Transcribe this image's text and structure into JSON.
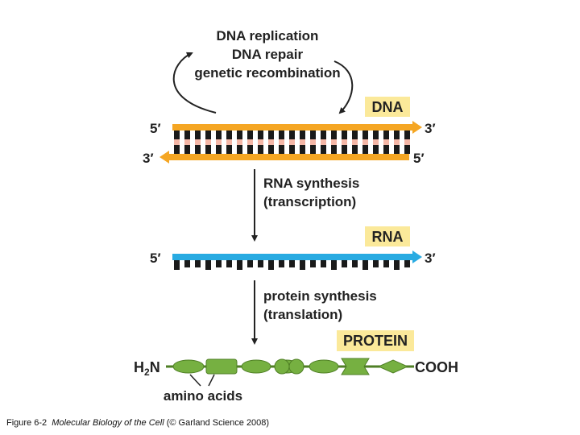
{
  "top_processes": [
    "DNA replication",
    "DNA repair",
    "genetic recombination"
  ],
  "dna": {
    "label": "DNA",
    "top_left": "5′",
    "top_right": "3′",
    "bottom_left": "3′",
    "bottom_right": "5′"
  },
  "transcription": {
    "line1": "RNA synthesis",
    "line2": "(transcription)"
  },
  "rna": {
    "label": "RNA",
    "left": "5′",
    "right": "3′"
  },
  "translation": {
    "line1": "protein synthesis",
    "line2": "(translation)"
  },
  "protein": {
    "label": "PROTEIN",
    "n_terminus_main": "H",
    "n_terminus_sub": "2",
    "n_terminus_end": "N",
    "c_terminus": "COOH",
    "amino_acids_label": "amino acids"
  },
  "caption": {
    "figure": "Figure 6-2",
    "book": "Molecular Biology of the Cell",
    "source": "(© Garland Science 2008)"
  },
  "colors": {
    "dna_strand": "#f5a623",
    "base_pair_dark": "#1a1a1a",
    "base_pair_light": "#f4b6a6",
    "rna_strand": "#29abe2",
    "protein_bead": "#76b041",
    "label_box": "#fbe99a"
  }
}
